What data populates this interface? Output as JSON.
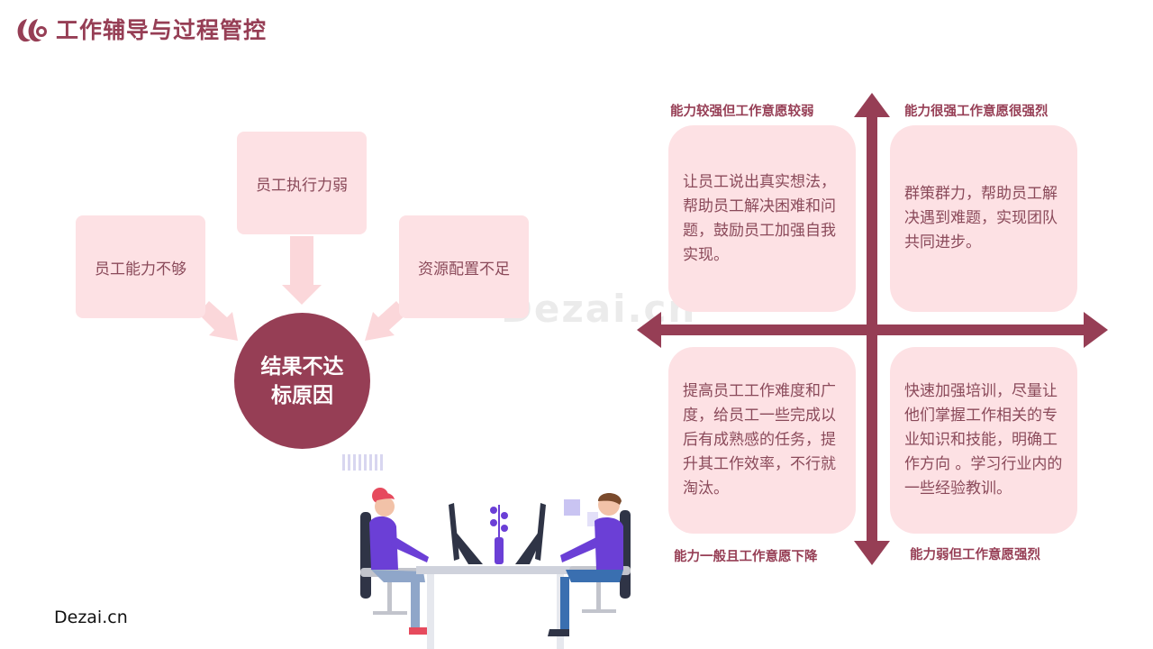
{
  "header": {
    "title": "工作辅导与过程管控"
  },
  "causes": {
    "left": "员工能力不够",
    "top": "员工执行力弱",
    "right": "资源配置不足",
    "center_line1": "结果不达",
    "center_line2": "标原因"
  },
  "quadrants": {
    "top_left": {
      "label": "能力较强但工作意愿较弱",
      "text": "让员工说出真实想法，帮助员工解决困难和问题，鼓励员工加强自我实现。"
    },
    "top_right": {
      "label": "能力很强工作意愿很强烈",
      "text": "群策群力，帮助员工解决遇到难题，实现团队共同进步。"
    },
    "bottom_left": {
      "label": "能力一般且工作意愿下降",
      "text": "提高员工工作难度和广度，给员工一些完成以后有成熟感的任务，提升其工作效率，不行就淘汰。"
    },
    "bottom_right": {
      "label": "能力弱但工作意愿强烈",
      "text": "快速加强培训，尽量让他们掌握工作相关的专业知识和技能，明确工作方向 。学习行业内的一些经验教训。"
    }
  },
  "watermark": "Dezai.cn",
  "footer": {
    "text": "Dezai.cn"
  },
  "colors": {
    "accent": "#963e55",
    "box_fill": "#fde1e4",
    "box_text": "#8a4a5a",
    "arrow_fill": "#fbd7da"
  }
}
